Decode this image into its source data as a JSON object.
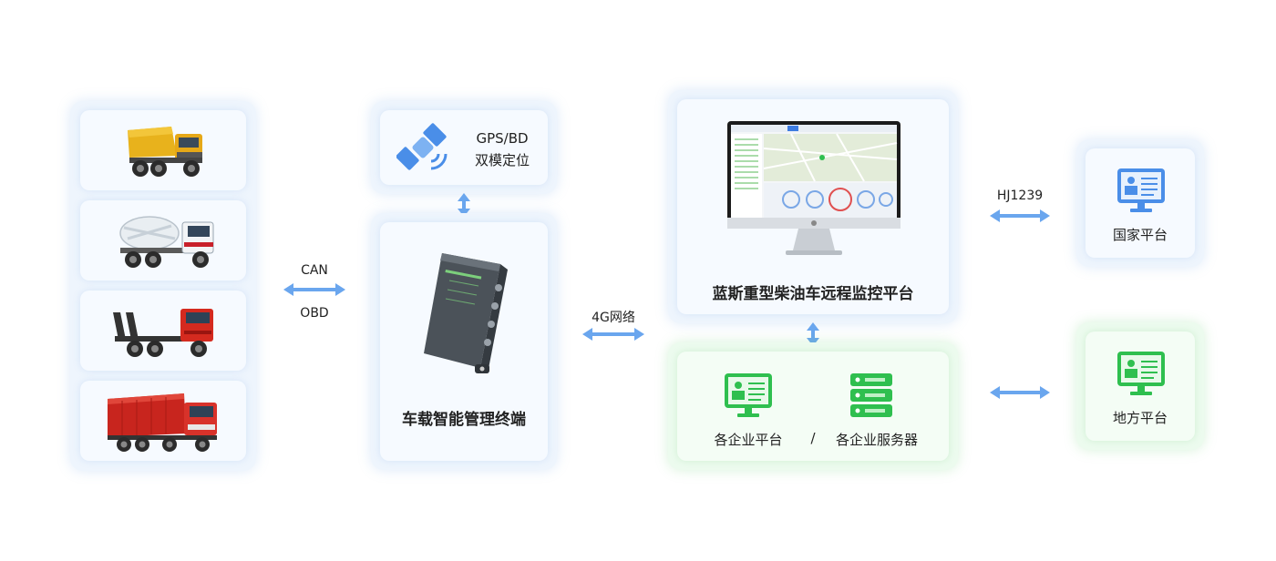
{
  "labels": {
    "gps": "GPS/BD",
    "gps_sub": "双模定位",
    "terminal": "车载智能管理终端",
    "platform": "蓝斯重型柴油车远程监控平台",
    "enterprise_platform": "各企业平台",
    "separator": "/",
    "enterprise_server": "各企业服务器",
    "national": "国家平台",
    "local": "地方平台"
  },
  "edges": {
    "can": "CAN",
    "obd": "OBD",
    "net": "4G网络",
    "hj": "HJ1239"
  },
  "colors": {
    "blue_accent": "#4a8ee8",
    "green_accent": "#2fbf4f",
    "arrow": "#6aa6ee"
  },
  "icons": [
    "dump-truck-icon",
    "mixer-truck-icon",
    "flatbed-truck-icon",
    "cargo-truck-icon",
    "satellite-icon",
    "terminal-device-icon",
    "monitor-icon",
    "platform-screen-icon",
    "server-icon"
  ]
}
